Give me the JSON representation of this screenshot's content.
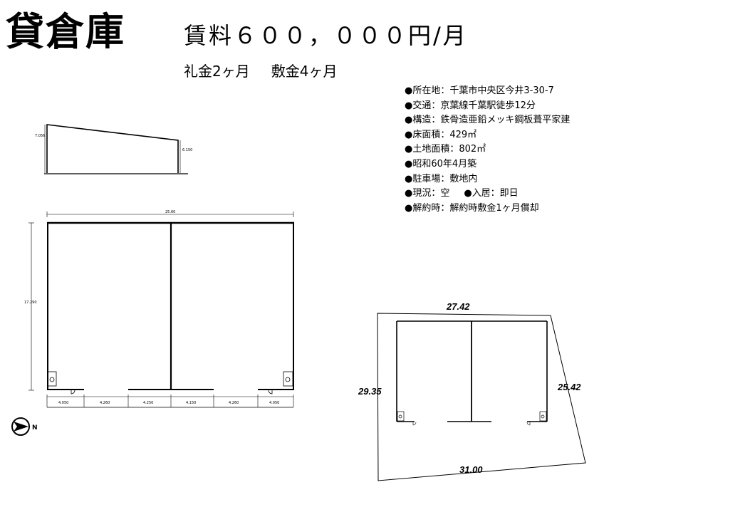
{
  "title": "貸倉庫",
  "rent": "賃料６００，０００円/月",
  "fees": {
    "key_money": "礼金2ヶ月",
    "deposit": "敷金4ヶ月"
  },
  "info": {
    "location": "●所在地：千葉市中央区今井3-30-7",
    "access": "●交通：京葉線千葉駅徒歩12分",
    "structure": "●構造：鉄骨造亜鉛メッキ鋼板葺平家建",
    "floor_area": "●床面積：429㎡",
    "land_area": "●土地面積：802㎡",
    "built": "●昭和60年4月築",
    "parking": "●駐車場：敷地内",
    "status": "●現況：空",
    "move_in": "●入居：即日",
    "cancellation": "●解約時：解約時敷金1ヶ月償却"
  },
  "elevation": {
    "left_height": "7.056",
    "right_height": "6.150"
  },
  "floor_plan": {
    "total_width": "25.60",
    "depth": "17.290",
    "segments": [
      "4.050",
      "4.260",
      "4.250",
      "4.150",
      "4.260",
      "4.050"
    ]
  },
  "site": {
    "top": "27.42",
    "left": "29.35",
    "right": "25.42",
    "bottom": "31.00"
  },
  "compass": {
    "label": "N",
    "icon": "north-arrow-icon"
  },
  "colors": {
    "ink": "#000000",
    "paper": "#ffffff"
  }
}
